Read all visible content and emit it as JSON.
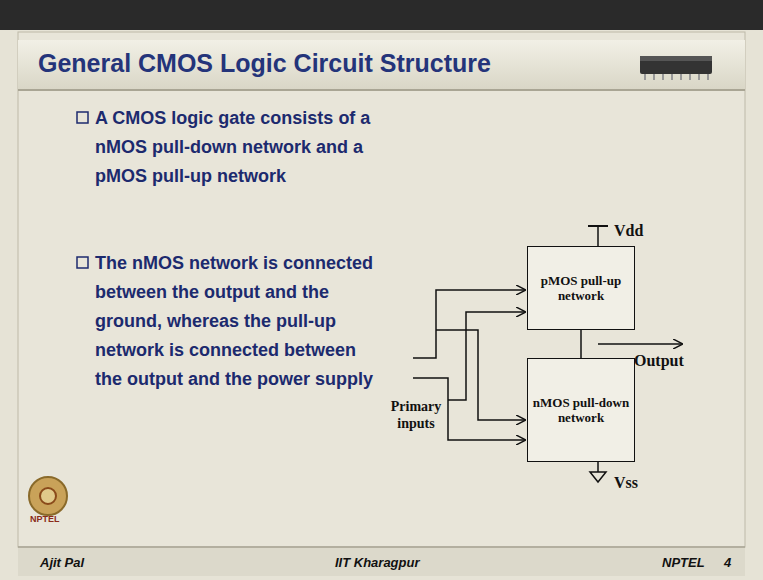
{
  "diagram": {
    "title": "General CMOS Logic Circuit Structure",
    "nodes": [
      {
        "text": [
          "pMOS pull-up network"
        ]
      },
      {
        "text": [
          "nMOS pull-down network"
        ]
      }
    ],
    "edges": [
      {
        "from": 0,
        "to": 1,
        "arrow": "none"
      }
    ],
    "labels": [
      "A CMOS logic gate consists of a nMOS pull-down network and a pMOS pull-up network",
      "The nMOS network is connected between the output and the ground, whereas the pull-up network is connected between the output and the power supply",
      "Vdd",
      "Primary inputs",
      "Output",
      "Vss",
      "NPTEL",
      "Ajit Pal",
      "IIT Kharagpur",
      "NPTEL",
      "4"
    ]
  }
}
